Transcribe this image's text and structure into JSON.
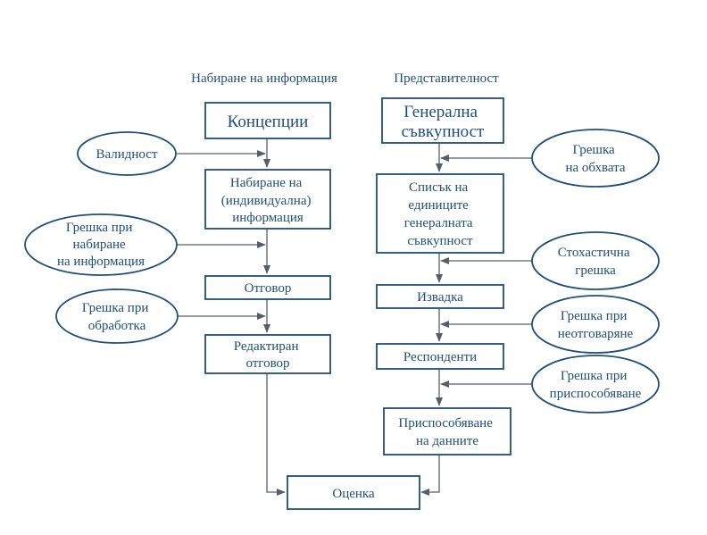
{
  "headings": {
    "left": "Набиране на информация",
    "right": "Представителност"
  },
  "left_boxes": {
    "concepts": [
      "Концепции"
    ],
    "collection": [
      "Набиране на",
      "(индивидуална)",
      "информация"
    ],
    "response": [
      "Отговор"
    ],
    "edited": [
      "Редактиран",
      "отговор"
    ]
  },
  "right_boxes": {
    "population": [
      "Генерална",
      "съвкупност"
    ],
    "frame": [
      "Списък на",
      "единиците",
      "генералната",
      "съвкупност"
    ],
    "sample": [
      "Извадка"
    ],
    "respondents": [
      "Респонденти"
    ],
    "adjustment": [
      "Приспособяване",
      "на данните"
    ]
  },
  "estimate_box": [
    "Оценка"
  ],
  "left_ovals": {
    "validity": [
      "Валидност"
    ],
    "measurement_error": [
      "Грешка при",
      "набиране",
      "на информация"
    ],
    "processing_error": [
      "Грешка при",
      "обработка"
    ]
  },
  "right_ovals": {
    "coverage_error": [
      "Грешка",
      "на обхвата"
    ],
    "sampling_error": [
      "Стохастична",
      "грешка"
    ],
    "nonresponse_error": [
      "Грешка при",
      "неотговаряне"
    ],
    "adjustment_error": [
      "Грешка при",
      "приспособяване"
    ]
  },
  "colors": {
    "primary": "#1f4e79",
    "connector": "#555f6a",
    "background": "#ffffff"
  }
}
